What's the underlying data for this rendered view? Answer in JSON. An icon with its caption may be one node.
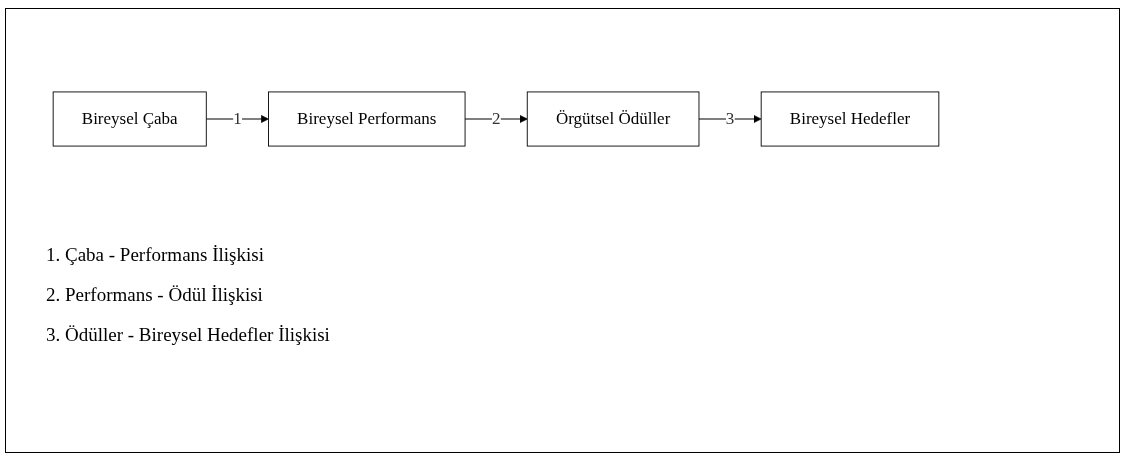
{
  "diagram": {
    "nodes": [
      {
        "text": [
          "Bireysel Çaba"
        ]
      },
      {
        "text": [
          "Bireysel Performans"
        ]
      },
      {
        "text": [
          "Örgütsel Ödüller"
        ]
      },
      {
        "text": [
          "Bireysel Hedefler"
        ]
      }
    ],
    "edges": [
      {
        "from": 0,
        "to": 1,
        "arrow": "to",
        "label": "1"
      },
      {
        "from": 1,
        "to": 2,
        "arrow": "to",
        "label": "2"
      },
      {
        "from": 2,
        "to": 3,
        "arrow": "to",
        "label": "3"
      }
    ],
    "labels": [
      "1. Çaba - Performans İlişkisi",
      "2. Performans - Ödül İlişkisi",
      "3. Ödüller - Bireysel Hedefler İlişkisi"
    ]
  }
}
